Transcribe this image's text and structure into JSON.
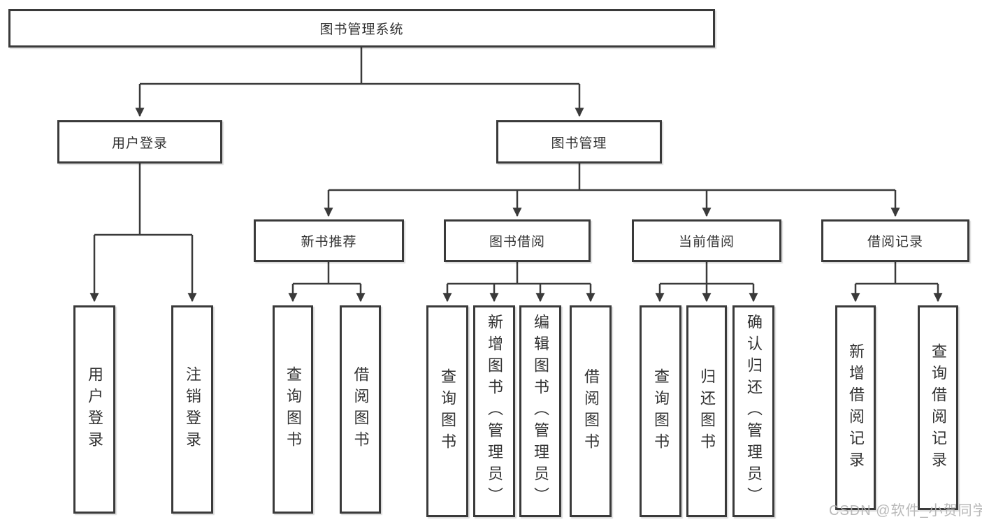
{
  "diagram": {
    "type": "hierarchy-tree",
    "colors": {
      "line": "#3a3a3a",
      "box_border": "#3a3a3a",
      "box_fill": "#ffffff",
      "text": "#333333",
      "watermark": "#b2b2b2"
    },
    "root": {
      "label": "图书管理系统"
    },
    "level2": {
      "user_login": {
        "label": "用户登录"
      },
      "book_mgmt": {
        "label": "图书管理"
      }
    },
    "level3": {
      "new_book": {
        "label": "新书推荐"
      },
      "book_borrow": {
        "label": "图书借阅"
      },
      "current_borrow": {
        "label": "当前借阅"
      },
      "borrow_records": {
        "label": "借阅记录"
      }
    },
    "leaves": {
      "user_login": [
        "用户登录",
        "注销登录"
      ],
      "new_book": [
        "查询图书",
        "借阅图书"
      ],
      "book_borrow": [
        "查询图书",
        "新增图书（管理员）",
        "编辑图书（管理员）",
        "借阅图书"
      ],
      "current_borrow": [
        "查询图书",
        "归还图书",
        "确认归还（管理员）"
      ],
      "borrow_records": [
        "新增借阅记录",
        "查询借阅记录"
      ]
    },
    "watermark": {
      "text": "CSDN @软件_小贺同学"
    }
  }
}
